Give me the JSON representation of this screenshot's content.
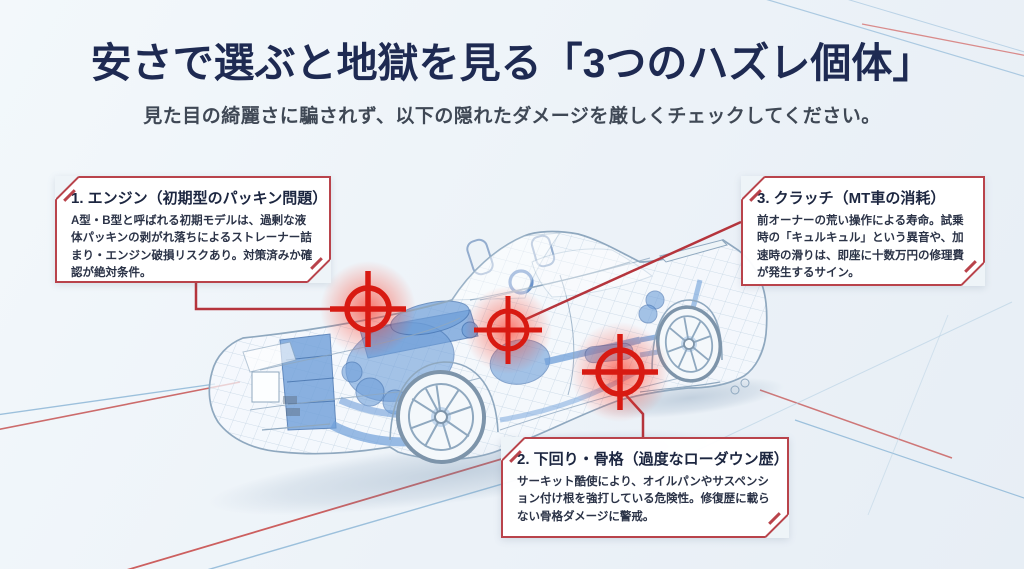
{
  "header": {
    "title": "安さで選ぶと地獄を見る「3つのハズレ個体」",
    "subtitle": "見た目の綺麗さに騙されず、以下の隠れたダメージを厳しくチェックしてください。"
  },
  "callouts": [
    {
      "id": "engine",
      "title": "1. エンジン（初期型のパッキン問題）",
      "body": "A型・B型と呼ばれる初期モデルは、過剰な液体パッキンの剥がれ落ちによるストレーナー詰まり・エンジン破損リスクあり。対策済みか確認が絶対条件。"
    },
    {
      "id": "underbody",
      "title": "2. 下回り・骨格（過度なローダウン歴）",
      "body": "サーキット酷使により、オイルパンやサスペンション付け根を強打している危険性。修復歴に載らない骨格ダメージに警戒。"
    },
    {
      "id": "clutch",
      "title": "3. クラッチ（MT車の消耗）",
      "body": "前オーナーの荒い操作による寿命。試乗時の「キュルキュル」という異音や、加速時の滑りは、即座に十数万円の修理費が発生するサイン。"
    }
  ],
  "diagram": {
    "illustration": "wireframe-car-illustration",
    "markers": [
      {
        "name": "target-crosshair-engine"
      },
      {
        "name": "target-crosshair-clutch"
      },
      {
        "name": "target-crosshair-underbody"
      }
    ]
  },
  "colors": {
    "background": "#edf3f8",
    "heading": "#1e2a52",
    "subtitle_text": "#3f4855",
    "callout_border": "#b9434b",
    "callout_text": "#2b3347",
    "target_red": "#d81a12",
    "wireframe": "#a9bfd2",
    "mechanical_blue": "#6f9fd9"
  }
}
